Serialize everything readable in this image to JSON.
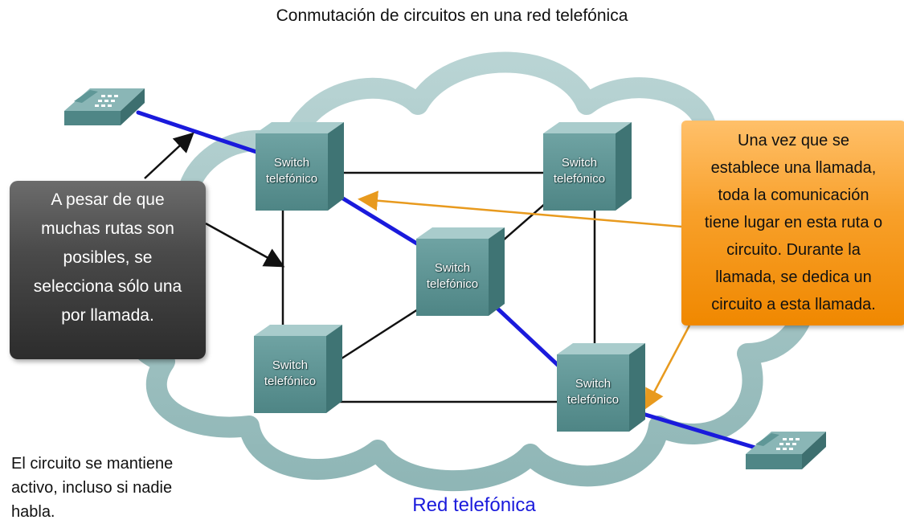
{
  "title": "Conmutación de circuitos en una red telefónica",
  "cloud_label": "Red telefónica",
  "switch_label": "Switch\ntelefónico",
  "left_note": "A pesar de que\nmuchas rutas son\nposibles, se\nselecciona sólo una\npor llamada.",
  "right_note": "Una vez que se\nestablece una llamada,\ntoda la comunicación\ntiene lugar en esta ruta o\ncircuito.  Durante la\nllamada, se dedica un\ncircuito a esta llamada.",
  "bottom_note": "El circuito se mantiene\nactivo, incluso si nadie\nhabla.",
  "colors": {
    "cloud": "#a7c8c8",
    "switch_front": "#5f9797",
    "active_circuit": "#1a1adc",
    "arrow_orange": "#e89a1e",
    "link": "#111111"
  },
  "nodes": [
    "switch-top-left",
    "switch-top-right",
    "switch-center",
    "switch-bottom-left",
    "switch-bottom-right",
    "phone-left",
    "phone-right"
  ]
}
